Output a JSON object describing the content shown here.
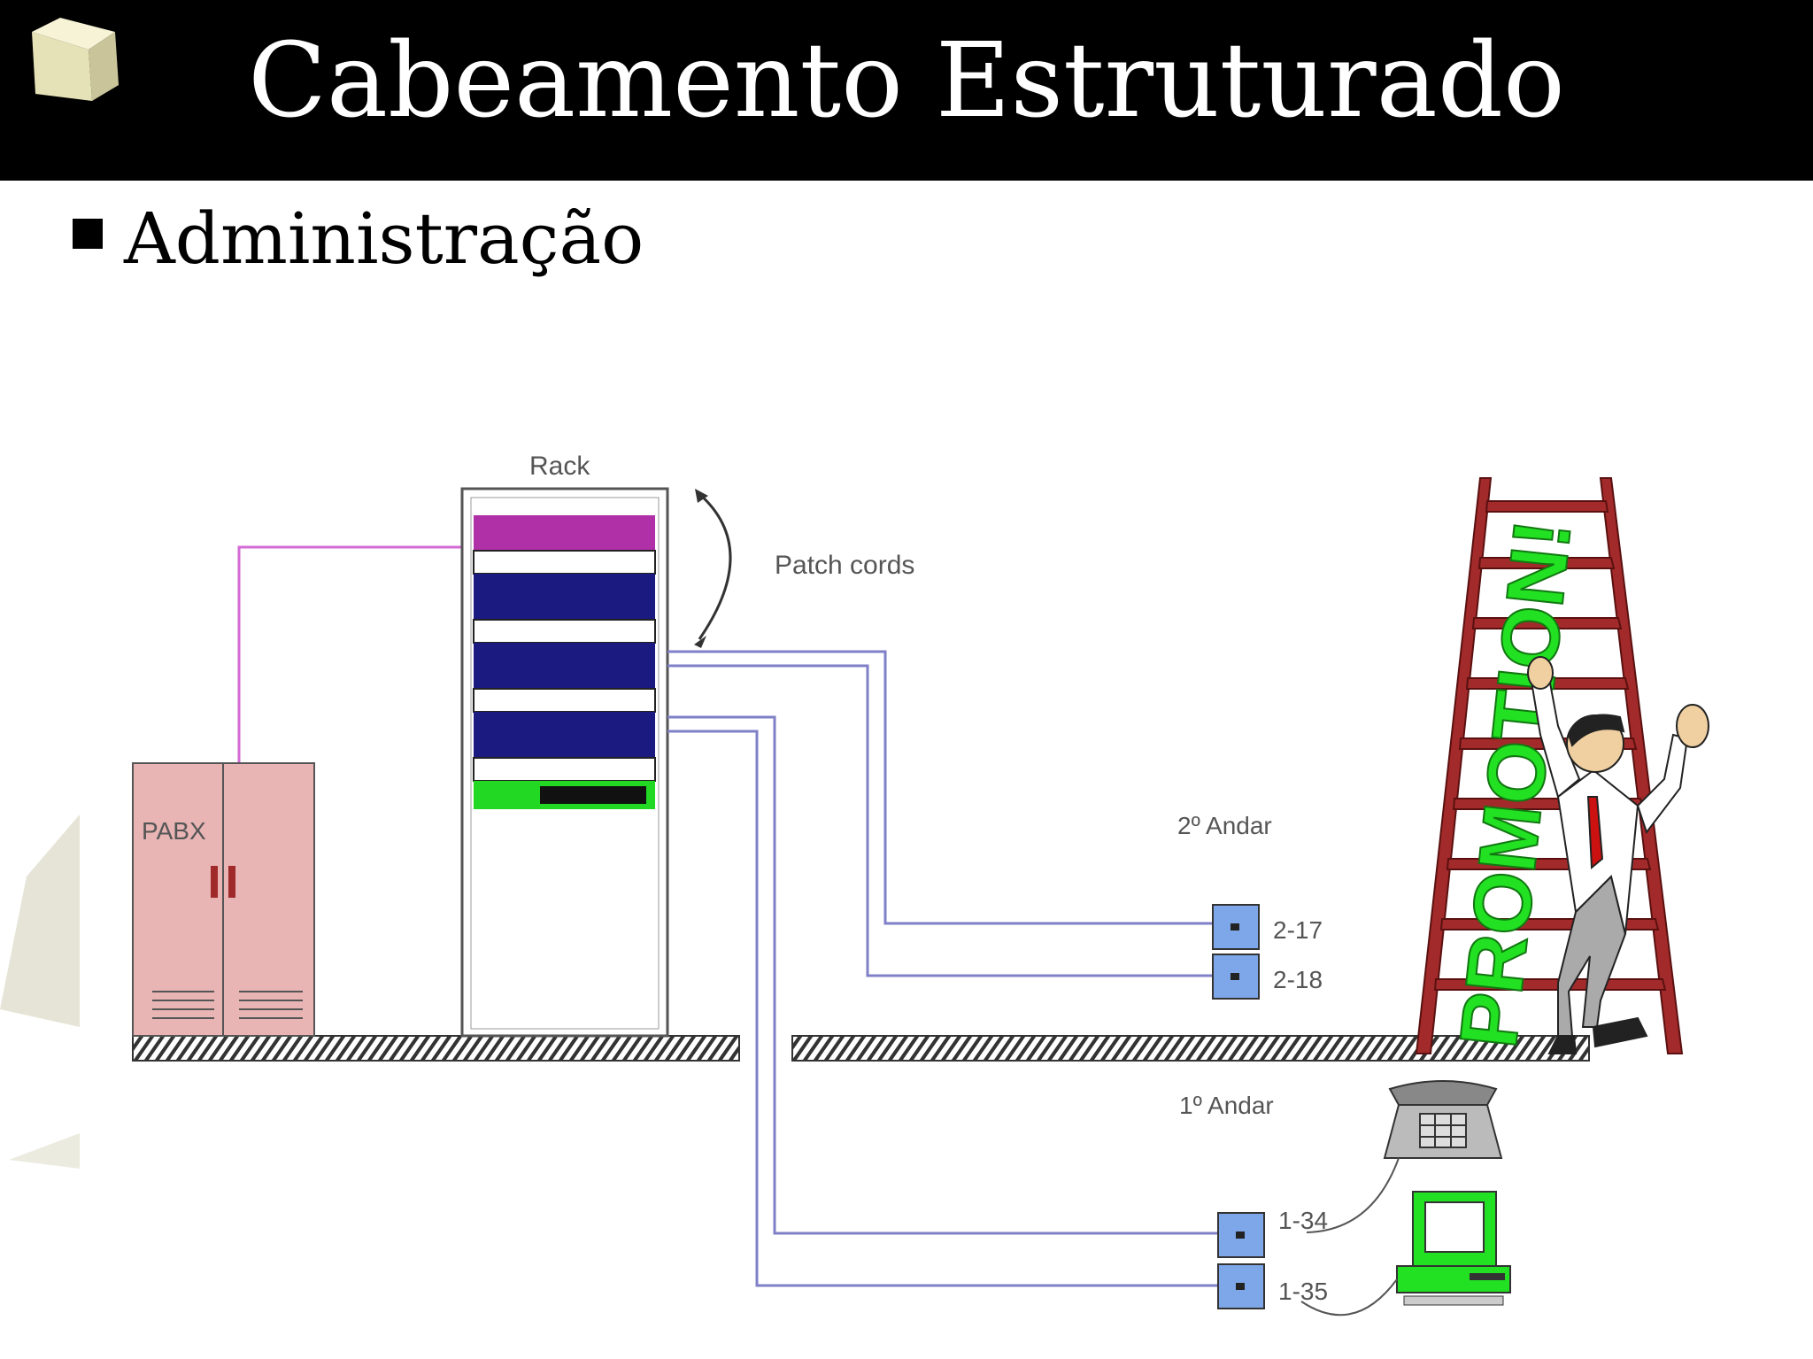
{
  "slide": {
    "title": "Cabeamento Estruturado",
    "bullet": "Administração"
  },
  "diagram": {
    "rack_label": "Rack",
    "patch_cords_label": "Patch cords",
    "pabx_label": "PABX",
    "floor2_label": "2º Andar",
    "floor1_label": "1º Andar",
    "outlets": [
      "2-17",
      "2-18",
      "1-34",
      "1-35"
    ],
    "promotion_text": "PROMOTION!"
  },
  "colors": {
    "title_bg": "#000000",
    "title_text": "#ffffff",
    "pabx": "#e8b4b4",
    "outlet": "#7da7e8",
    "pink_cable": "#d36ad6",
    "blue_cable": "#8080c8",
    "promotion": "#22e022",
    "ladder": "#a32a2a"
  }
}
